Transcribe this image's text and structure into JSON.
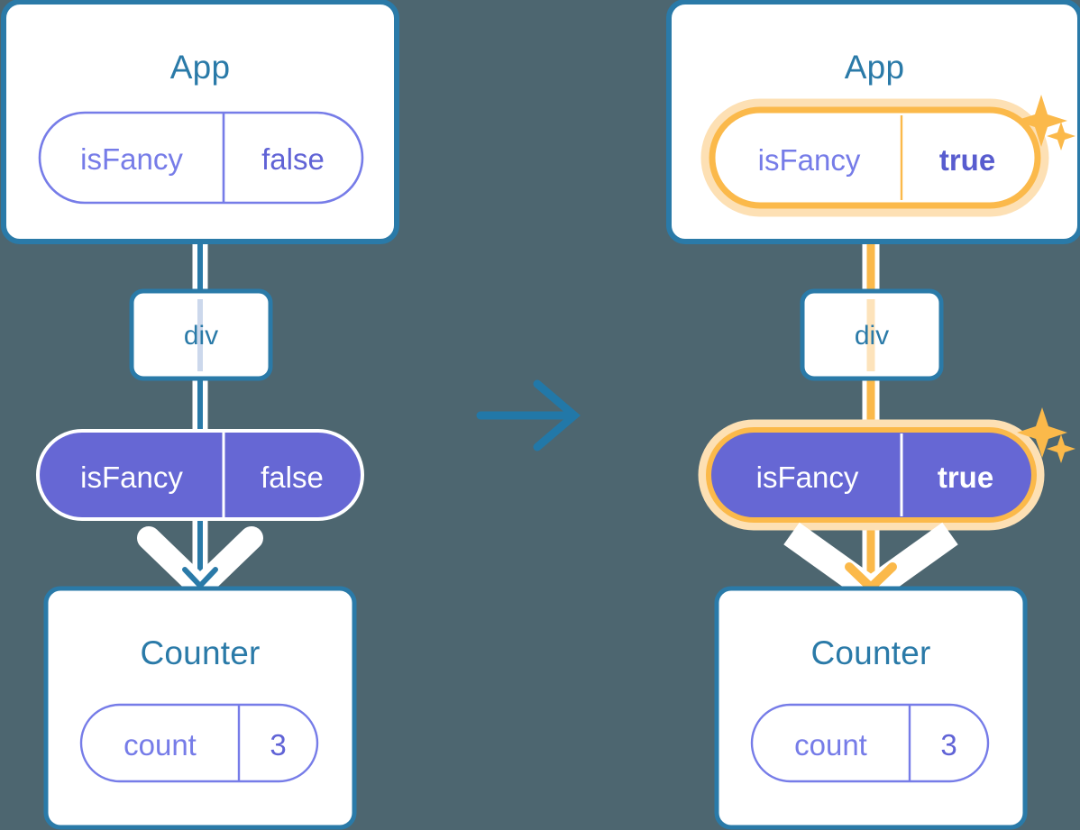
{
  "diagram": {
    "type": "react-state-propagation",
    "background_color": "#4d6670",
    "accent_blue": "#2a7aa8",
    "accent_purple": "#6667d4",
    "accent_purple_light": "#767ce8",
    "accent_orange": "#fbb94a",
    "accent_orange_glow": "#fde0b4",
    "transition_arrow": "arrow-right-icon"
  },
  "panels": [
    {
      "id": "before",
      "app_box": {
        "title": "App",
        "pill": {
          "key": "isFancy",
          "value": "false",
          "style": "outline",
          "highlighted": false,
          "sparkles": false
        }
      },
      "div_box": {
        "title": "div"
      },
      "prop_pill": {
        "key": "isFancy",
        "value": "false",
        "style": "solid",
        "highlighted": false,
        "sparkles": false
      },
      "counter_box": {
        "title": "Counter",
        "pill": {
          "key": "count",
          "value": "3",
          "style": "outline",
          "highlighted": false,
          "sparkles": false
        }
      }
    },
    {
      "id": "after",
      "app_box": {
        "title": "App",
        "pill": {
          "key": "isFancy",
          "value": "true",
          "style": "outline",
          "highlighted": true,
          "sparkles": true
        }
      },
      "div_box": {
        "title": "div"
      },
      "prop_pill": {
        "key": "isFancy",
        "value": "true",
        "style": "solid",
        "highlighted": true,
        "sparkles": true
      },
      "counter_box": {
        "title": "Counter",
        "pill": {
          "key": "count",
          "value": "3",
          "style": "outline",
          "highlighted": false,
          "sparkles": false
        }
      }
    }
  ]
}
